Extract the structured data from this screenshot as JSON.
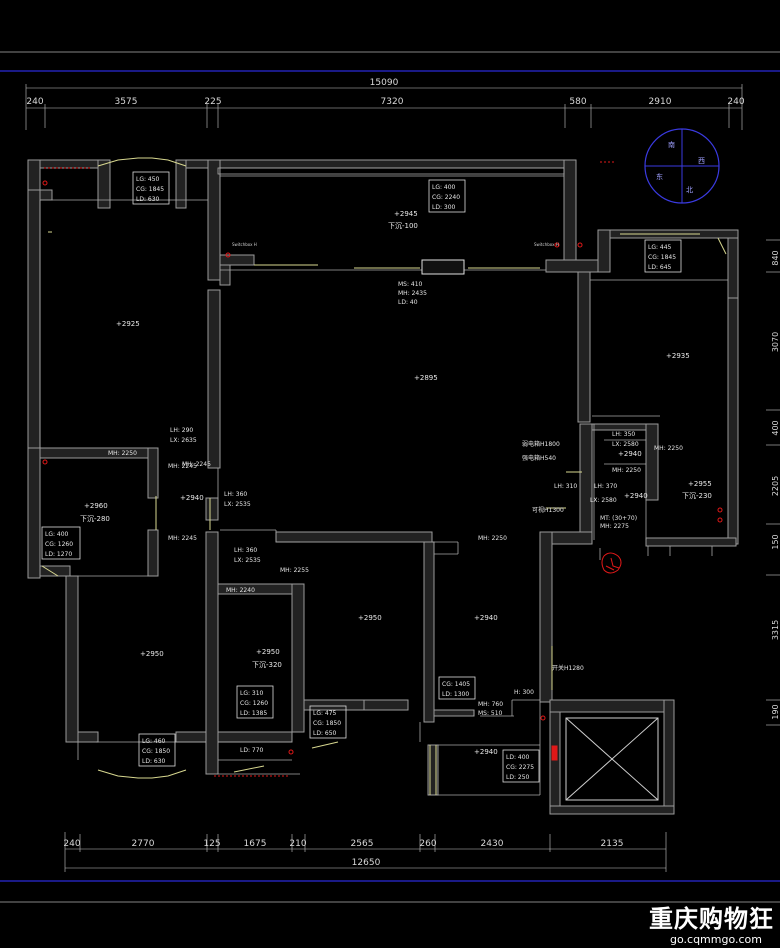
{
  "dims_top": {
    "total": "15090",
    "segments": [
      "240",
      "3575",
      "225",
      "7320",
      "580",
      "2910",
      "240"
    ]
  },
  "dims_bottom": {
    "total": "12650",
    "segments": [
      "240",
      "2770",
      "125",
      "1675",
      "210",
      "2565",
      "260",
      "2430",
      "2135"
    ]
  },
  "dims_right": [
    "840",
    "3070",
    "400",
    "2205",
    "150",
    "3315",
    "190"
  ],
  "compass": {
    "n": "南",
    "w": "西",
    "e": "东",
    "s": "北"
  },
  "tags": [
    {
      "lines": [
        "LG: 450",
        "CG: 1845",
        "LD: 630"
      ]
    },
    {
      "lines": [
        "LG: 400",
        "CG: 2240",
        "LD: 300"
      ]
    },
    {
      "lines": [
        "LG: 445",
        "CG: 1845",
        "LD: 645"
      ]
    },
    {
      "lines": [
        "LG: 400",
        "CG: 1260",
        "LD: 1270"
      ]
    },
    {
      "lines": [
        "LG: 310",
        "CG: 1260",
        "LD: 1385"
      ]
    },
    {
      "lines": [
        "LG: 475",
        "CG: 1850",
        "LD: 650"
      ]
    },
    {
      "lines": [
        "LG: 460",
        "CG: 1850",
        "LD: 630"
      ]
    },
    {
      "lines": [
        "CG: 1405",
        "LD: 1300"
      ]
    },
    {
      "lines": [
        "LD: 400",
        "CG: 2275",
        "LD: 250"
      ]
    }
  ],
  "levels": [
    {
      "text": "+2945",
      "sub": "下沉-100"
    },
    {
      "text": "+2925",
      "sub": ""
    },
    {
      "text": "+2895",
      "sub": ""
    },
    {
      "text": "+2935",
      "sub": ""
    },
    {
      "text": "+2940",
      "sub": ""
    },
    {
      "text": "+2955",
      "sub": "下沉-230"
    },
    {
      "text": "+2940",
      "sub": ""
    },
    {
      "text": "+2960",
      "sub": "下沉-280"
    },
    {
      "text": "+2940",
      "sub": ""
    },
    {
      "text": "+2950",
      "sub": ""
    },
    {
      "text": "+2950",
      "sub": "下沉-320"
    },
    {
      "text": "+2950",
      "sub": ""
    },
    {
      "text": "+2940",
      "sub": ""
    },
    {
      "text": "+2940",
      "sub": ""
    }
  ],
  "notes": [
    "MS: 410",
    "MH: 2435",
    "LD: 40",
    "MH: 2250",
    "MH: 2245",
    "LH: 290",
    "LX: 2635",
    "MH: 2245",
    "LH: 360",
    "LX: 2535",
    "MH: 2245",
    "LH: 360",
    "LX: 2535",
    "MH: 2255",
    "MH: 2240",
    "MH: 2250",
    "LH: 350",
    "LX: 2580",
    "MH: 2250",
    "MH: 2250",
    "LH: 310",
    "LH: 370",
    "LX: 2580",
    "MT: (30+70)",
    "MH: 2275",
    "弱电箱H1800",
    "强电箱H540",
    "可视H1300",
    "开关H1280",
    "H: 300",
    "MH: 760",
    "MS: 510",
    "LD: 770"
  ],
  "tiny_labels": [
    "Switchbox H",
    "Switchbox H"
  ],
  "colors": {
    "wall": "#9a9a9a",
    "window": "#d8d890",
    "frame": "#2a2ad8",
    "accent": "#e01818",
    "compass": "#3a3ae0"
  },
  "watermark": {
    "title": "重庆购物狂",
    "url": "go.cqmmgo.com"
  }
}
